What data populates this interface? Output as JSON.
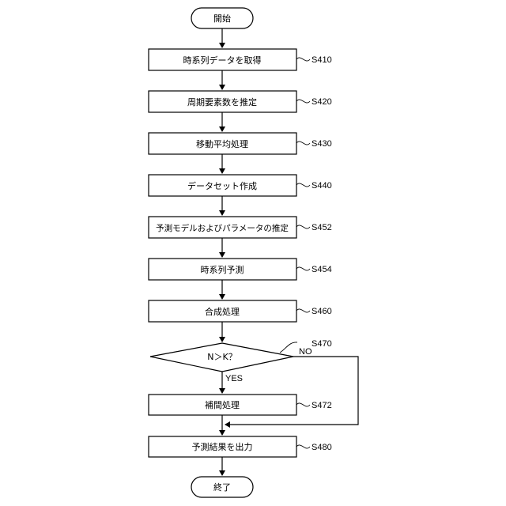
{
  "flowchart": {
    "start": "開始",
    "end": "終了",
    "steps": [
      {
        "text": "時系列データを取得",
        "label": "S410"
      },
      {
        "text": "周期要素数を推定",
        "label": "S420"
      },
      {
        "text": "移動平均処理",
        "label": "S430"
      },
      {
        "text": "データセット作成",
        "label": "S440"
      },
      {
        "text": "予測モデルおよびパラメータの推定",
        "label": "S452"
      },
      {
        "text": "時系列予測",
        "label": "S454"
      },
      {
        "text": "合成処理",
        "label": "S460"
      }
    ],
    "decision": {
      "text": "N＞K？",
      "label": "S470",
      "no": "NO",
      "yes": "YES"
    },
    "after_decision": [
      {
        "text": "補間処理",
        "label": "S472"
      },
      {
        "text": "予測結果を出力",
        "label": "S480"
      }
    ]
  }
}
